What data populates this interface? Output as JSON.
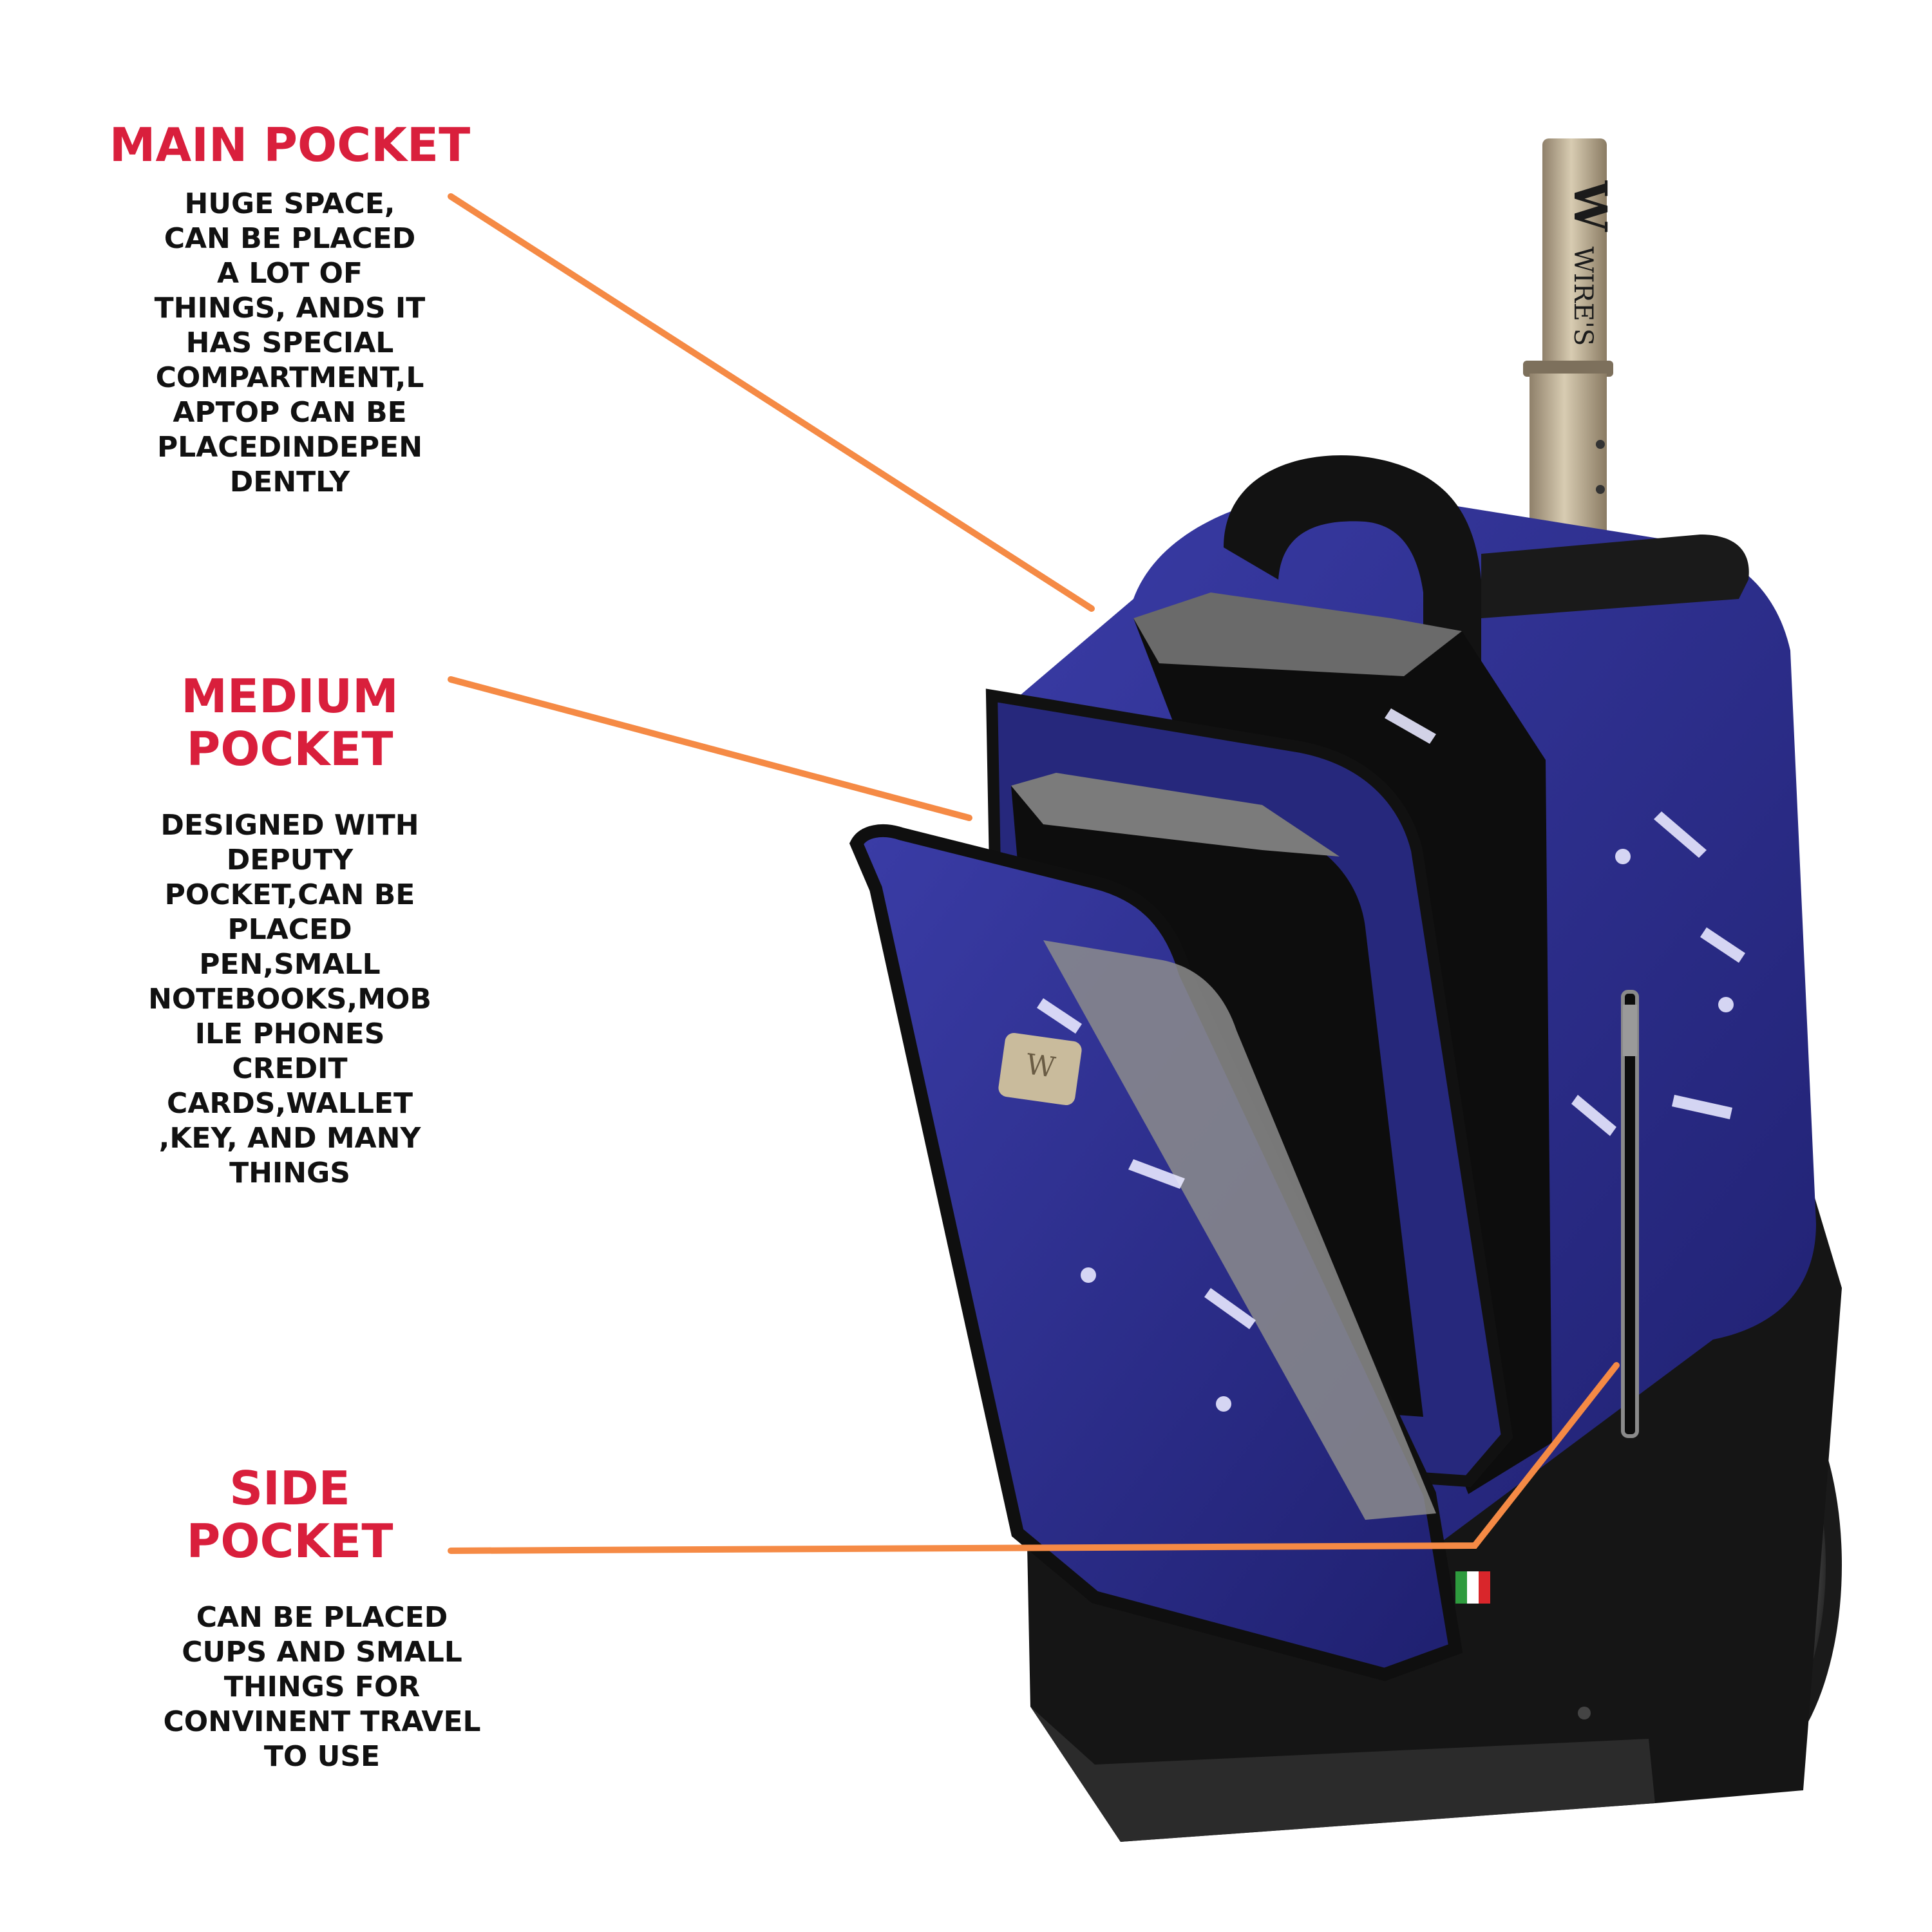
{
  "callouts": {
    "main": {
      "title": "MAIN POCKET",
      "description": "HUGE SPACE,\nCAN BE PLACED\nA LOT OF\nTHINGS, ANDS IT\nHAS SPECIAL\nCOMPARTMENT,L\nAPTOP CAN BE\nPLACEDINDEPEN\nDENTLY"
    },
    "medium": {
      "title": "MEDIUM\nPOCKET",
      "description": "DESIGNED WITH\nDEPUTY\nPOCKET,CAN BE\nPLACED\nPEN,SMALL\nNOTEBOOKS,MOB\nILE PHONES\nCREDIT\nCARDS,WALLET\n,KEY, AND MANY\nTHINGS"
    },
    "side": {
      "title": "SIDE\nPOCKET",
      "description": "CAN BE PLACED\nCUPS AND SMALL\nTHINGS FOR\nCONVINENT TRAVEL\nTO USE"
    }
  },
  "product": {
    "brand_text": "WIRE'S",
    "brand_initial": "W"
  },
  "colors": {
    "heading": "#d91f3c",
    "text": "#111111",
    "leader": "#f58a45",
    "bag_blue": "#2a2c8c",
    "bag_black": "#141414",
    "handle_gold": "#b9a98c"
  }
}
